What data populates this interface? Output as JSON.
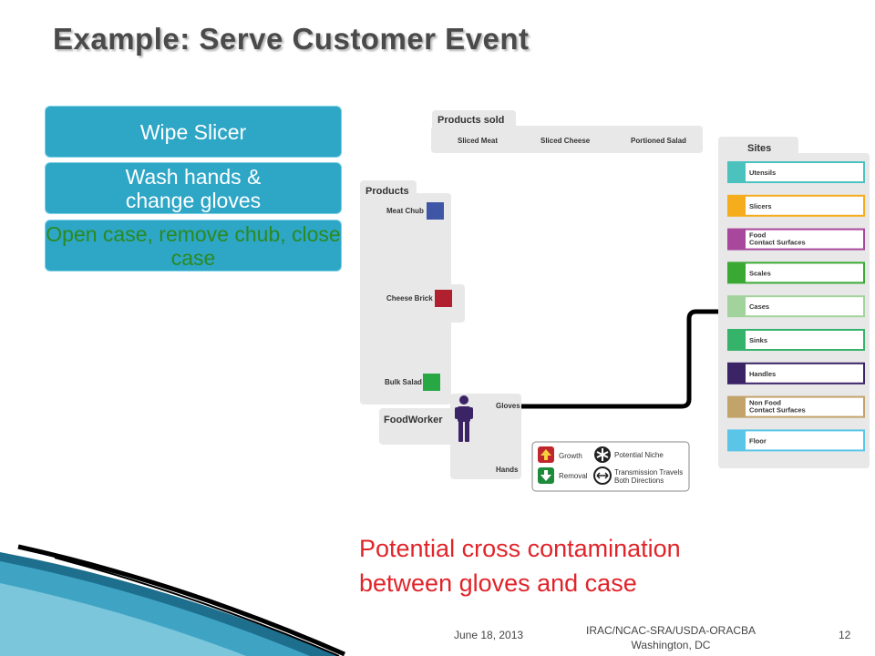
{
  "slide": {
    "title": "Example: Serve Customer Event",
    "steps": [
      {
        "label": "Wipe Slicer"
      },
      {
        "label": "Wash hands &\nchange gloves"
      },
      {
        "label": "Open case, remove chub, close case"
      }
    ],
    "caption_line1": "Potential cross contamination",
    "caption_line2": "between gloves and case",
    "footer_date": "June 18, 2013",
    "footer_org_line1": "IRAC/NCAC-SRA/USDA-ORACBA",
    "footer_org_line2": "Washington, DC",
    "slide_number": "12"
  },
  "diagram": {
    "products_sold": {
      "title": "Products sold",
      "items": [
        "Sliced Meat",
        "Sliced Cheese",
        "Portioned Salad"
      ]
    },
    "products": {
      "title": "Products",
      "items": [
        {
          "label": "Meat Chub",
          "color": "#3f56a6"
        },
        {
          "label": "Cheese Brick",
          "color": "#b0202e"
        },
        {
          "label": "Bulk Salad",
          "color": "#27a845"
        }
      ]
    },
    "foodworker": {
      "title": "FoodWorker",
      "gloves": "Gloves",
      "hands": "Hands",
      "figure_color": "#3b2466"
    },
    "sites": {
      "title": "Sites",
      "items": [
        {
          "label": "Utensils",
          "color": "#4cc2bf"
        },
        {
          "label": "Slicers",
          "color": "#f5ad1e"
        },
        {
          "label": "Food\nContact Surfaces",
          "color": "#a8479c"
        },
        {
          "label": "Scales",
          "color": "#3aa934"
        },
        {
          "label": "Cases",
          "color": "#a3d39c"
        },
        {
          "label": "Sinks",
          "color": "#36b36b"
        },
        {
          "label": "Handles",
          "color": "#3b2466"
        },
        {
          "label": "Non Food\nContact Surfaces",
          "color": "#c2a36a"
        },
        {
          "label": "Floor",
          "color": "#5bc5e8"
        }
      ]
    },
    "legend": {
      "growth": "Growth",
      "removal": "Removal",
      "niche": "Potential Niche",
      "transmission": "Transmission Travels\nBoth Directions",
      "growth_color": "#c0272d",
      "removal_color": "#1e8a3c"
    },
    "link_color": "#000000"
  }
}
